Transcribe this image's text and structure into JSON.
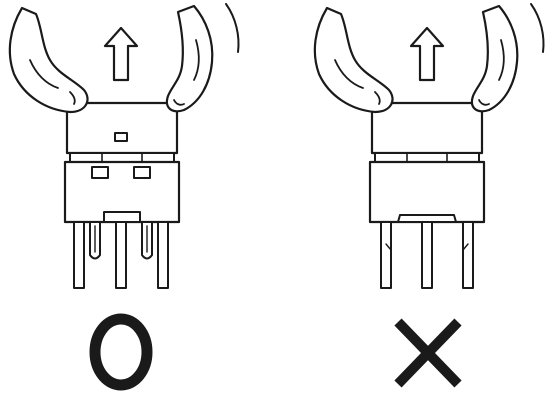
{
  "panels": [
    {
      "id": "correct",
      "verdict": "correct",
      "verdict_icon": "circle-icon",
      "action_icon": "up-arrow-icon"
    },
    {
      "id": "incorrect",
      "verdict": "incorrect",
      "verdict_icon": "cross-icon",
      "action_icon": "up-arrow-icon"
    }
  ],
  "colors": {
    "ink": "#1a1a1a",
    "background": "#ffffff"
  }
}
